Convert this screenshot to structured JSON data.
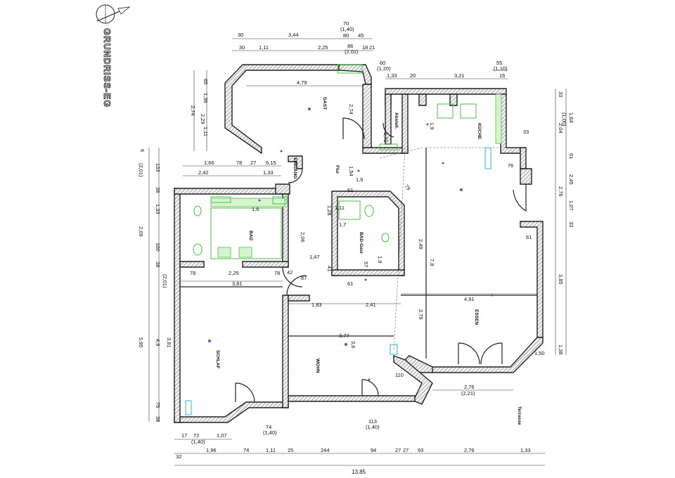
{
  "title": "GRUNDRISS-EG",
  "rooms": {
    "gast": "GAST",
    "kueche": "KÜCHE",
    "abstell": "Abstell.",
    "flur": "Flur",
    "eingang": "EINGANG",
    "bad": "BAD",
    "bad_gast": "BAD-Gast",
    "essen": "ESSEN",
    "wohn": "WOHN",
    "schlaf": "SCHLAF",
    "terrasse": "Terrasse"
  },
  "dims_top": {
    "d30": "30",
    "d344": "3,44",
    "d70": "70",
    "d140": "(1,40)",
    "d80": "80",
    "d45": "45",
    "d30b": "30",
    "d111": "1,11",
    "d225": "2,25",
    "d86": "86",
    "d201": "(2,01)",
    "d18": "18",
    "d21": "21",
    "d60": "60",
    "d120": "(1,20)",
    "d133": "1,33",
    "d20": "20",
    "d321": "3,21",
    "d55": "55",
    "d110": "(1,10)",
    "d16": "16"
  },
  "dims_left": {
    "d136": "1,36",
    "d111": "1,11",
    "d274": "2,74",
    "d229": "2,29",
    "d65": "65",
    "d6": "6",
    "d133": "133",
    "d201": "(2,01)",
    "d38": "38",
    "d133b": "1,33",
    "d209": "2,09",
    "d100": "100",
    "d38b": "38",
    "d201b": "(2,01)",
    "d595": "5,95",
    "d49": "4,9",
    "d75": "75",
    "d38c": "38",
    "d381": "3,81"
  },
  "dims_right": {
    "d33": "33",
    "d164": "1,64",
    "d100": "(1,00)",
    "d204": "2,04",
    "d61": "61",
    "d245": "2,45",
    "d276": "2,76",
    "d107": "1,07",
    "d33b": "33",
    "d385": "3,85",
    "d138": "1,38",
    "d61b": "61"
  },
  "dims_inner": {
    "d166": "1,66",
    "d78": "78",
    "d615": "6,15",
    "d27": "27",
    "d242": "2,42",
    "d133": "1,33",
    "d16": "1,6",
    "d206": "2,06",
    "d78b": "78",
    "d225": "2,25",
    "d78c": "78",
    "d381": "3,81",
    "d147": "1,47",
    "d183": "1,83",
    "d241": "2,41",
    "d491": "4,91",
    "d377": "3,77",
    "d36": "3,6",
    "d78v": "7,8",
    "d279": "2,79",
    "d249": "2,49",
    "d17": "1,7",
    "d19": "1,9",
    "d128": "1,28",
    "d154": "1,54",
    "d19b": "1,9",
    "d76": "76",
    "d111": "1,11",
    "d171": "1,71",
    "d19c": "1,9",
    "d33": "33",
    "d79": "79",
    "d150": "1,50",
    "d87": "87",
    "d61": "61",
    "d276": "2,76",
    "d221": "(2,21)",
    "d113": "113",
    "d140": "(1,40)",
    "d110": "110",
    "d74": "74",
    "d140b": "(1,40)",
    "d479": "4,79",
    "d274": "2,74",
    "d61c": "61",
    "d57": "57",
    "d42": "42",
    "d41": "41"
  },
  "dims_bottom": {
    "d17": "17",
    "d72": "72",
    "d140": "(1,40)",
    "d107": "1,07",
    "d32": "32",
    "d196": "1,96",
    "d74": "74",
    "d111": "1,11",
    "d25": "25",
    "d244": "244",
    "d94": "94",
    "d27": "27",
    "d27b": "27",
    "d93": "93",
    "d276": "2,76",
    "d133": "1,33",
    "d1385": "13,85"
  }
}
